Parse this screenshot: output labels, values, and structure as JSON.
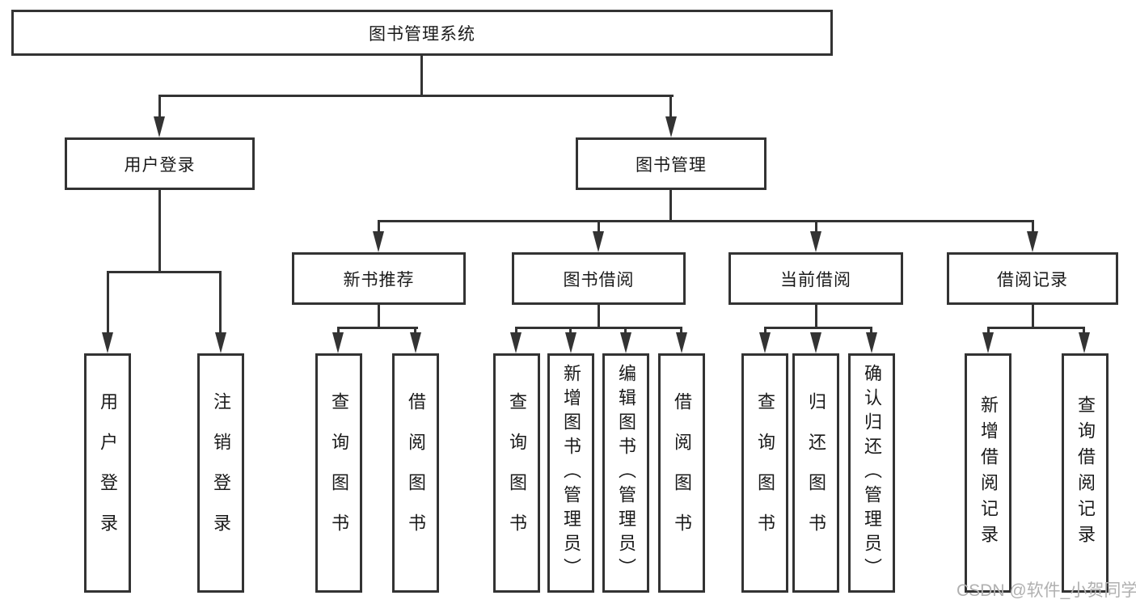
{
  "root": {
    "label": "图书管理系统"
  },
  "level2": [
    {
      "label": "用户登录"
    },
    {
      "label": "图书管理"
    }
  ],
  "level3": [
    {
      "label": "新书推荐"
    },
    {
      "label": "图书借阅"
    },
    {
      "label": "当前借阅"
    },
    {
      "label": "借阅记录"
    }
  ],
  "leaves": {
    "user_login": [
      "用户登录",
      "注销登录"
    ],
    "new_book": [
      "查询图书",
      "借阅图书"
    ],
    "borrow": [
      "查询图书",
      "新增图书（管理员）",
      "编辑图书（管理员）",
      "借阅图书"
    ],
    "current": [
      "查询图书",
      "归还图书",
      "确认归还（管理员）"
    ],
    "records": [
      "新增借阅记录",
      "查询借阅记录"
    ]
  },
  "watermark": {
    "text": "CSDN @软件_小贺同学"
  },
  "colors": {
    "line": "#333333",
    "text": "#1a1a1a",
    "background": "#ffffff",
    "watermark": "#b0b0b0"
  }
}
